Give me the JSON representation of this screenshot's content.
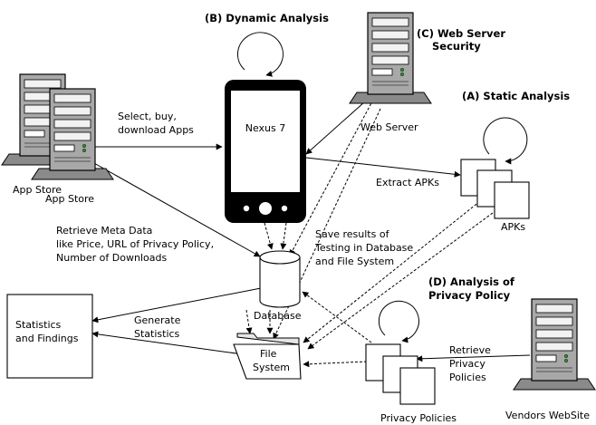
{
  "headings": {
    "dynamic": "(B) Dynamic Analysis",
    "web_server_security_1": "(C) Web Server",
    "web_server_security_2": "Security",
    "static": "(A) Static Analysis",
    "privacy_1": "(D) Analysis of",
    "privacy_2": "Privacy Policy"
  },
  "nodes": {
    "device": "Nexus 7",
    "web_server": "Web Server",
    "app_store_back": "App Store",
    "app_store_front": "App Store",
    "apks": "APKs",
    "database": "Database",
    "file_system_1": "File",
    "file_system_2": "System",
    "statistics_1": "Statistics",
    "statistics_2": "and Findings",
    "privacy_policies": "Privacy Policies",
    "vendors": "Vendors WebSite"
  },
  "edges": {
    "select_1": "Select, buy,",
    "select_2": "download Apps",
    "extract": "Extract APKs",
    "meta_1": "Retrieve Meta Data",
    "meta_2": "like Price, URL of Privacy Policy,",
    "meta_3": "Number of Downloads",
    "save_1": "Save results of",
    "save_2": "Testing in Database",
    "save_3": "and File System",
    "generate_1": "Generate",
    "generate_2": "Statistics",
    "retrieve_1": "Retrieve",
    "retrieve_2": "Privacy",
    "retrieve_3": "Policies"
  }
}
